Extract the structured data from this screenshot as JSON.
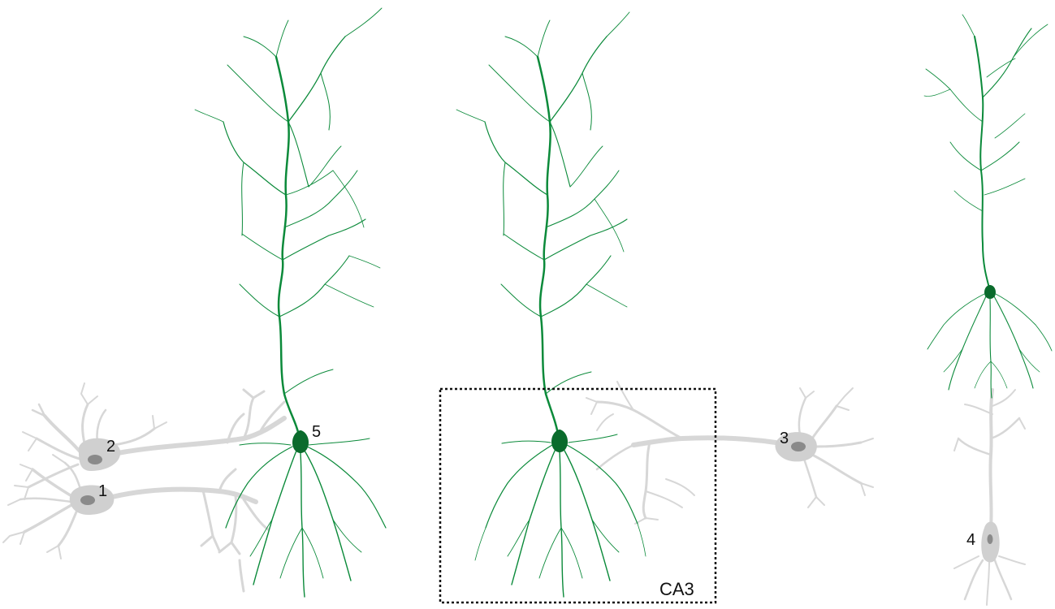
{
  "labels": {
    "neuron_1": "1",
    "neuron_2": "2",
    "neuron_3": "3",
    "neuron_4": "4",
    "neuron_5": "5",
    "region": "CA3"
  },
  "colors": {
    "green_dendrite": "#0b8a3a",
    "green_soma": "#0a6b2c",
    "gray_neuron": "#d7d7d7",
    "gray_neuron_dark": "#c4c4c4",
    "nucleus": "#8a8a8a",
    "box_border": "#111111"
  },
  "icons": {
    "pyramidal_neuron": "green-pyramidal-neuron-icon",
    "interneuron": "gray-neuron-icon"
  }
}
